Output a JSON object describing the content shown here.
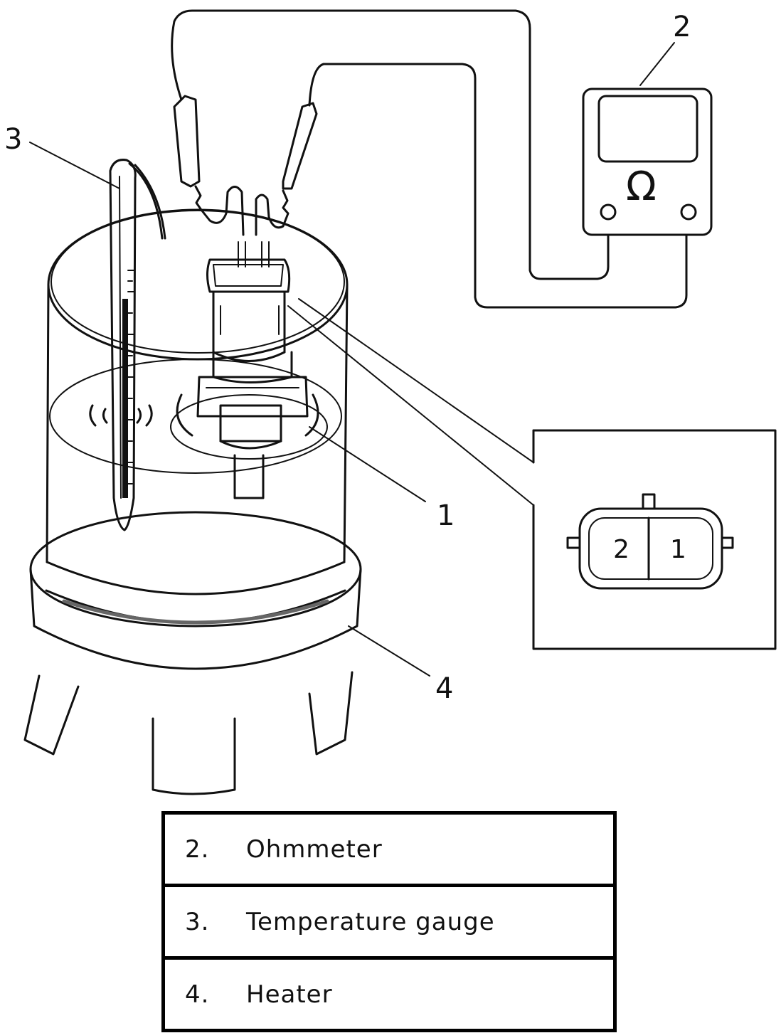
{
  "callouts": {
    "c1": "1",
    "c2": "2",
    "c3": "3",
    "c4": "4"
  },
  "ohmmeter": {
    "symbol": "Ω"
  },
  "connector_inset": {
    "pin_left": "2",
    "pin_right": "1"
  },
  "legend": [
    {
      "num": "2.",
      "text": "Ohmmeter"
    },
    {
      "num": "3.",
      "text": "Temperature gauge"
    },
    {
      "num": "4.",
      "text": "Heater"
    }
  ]
}
